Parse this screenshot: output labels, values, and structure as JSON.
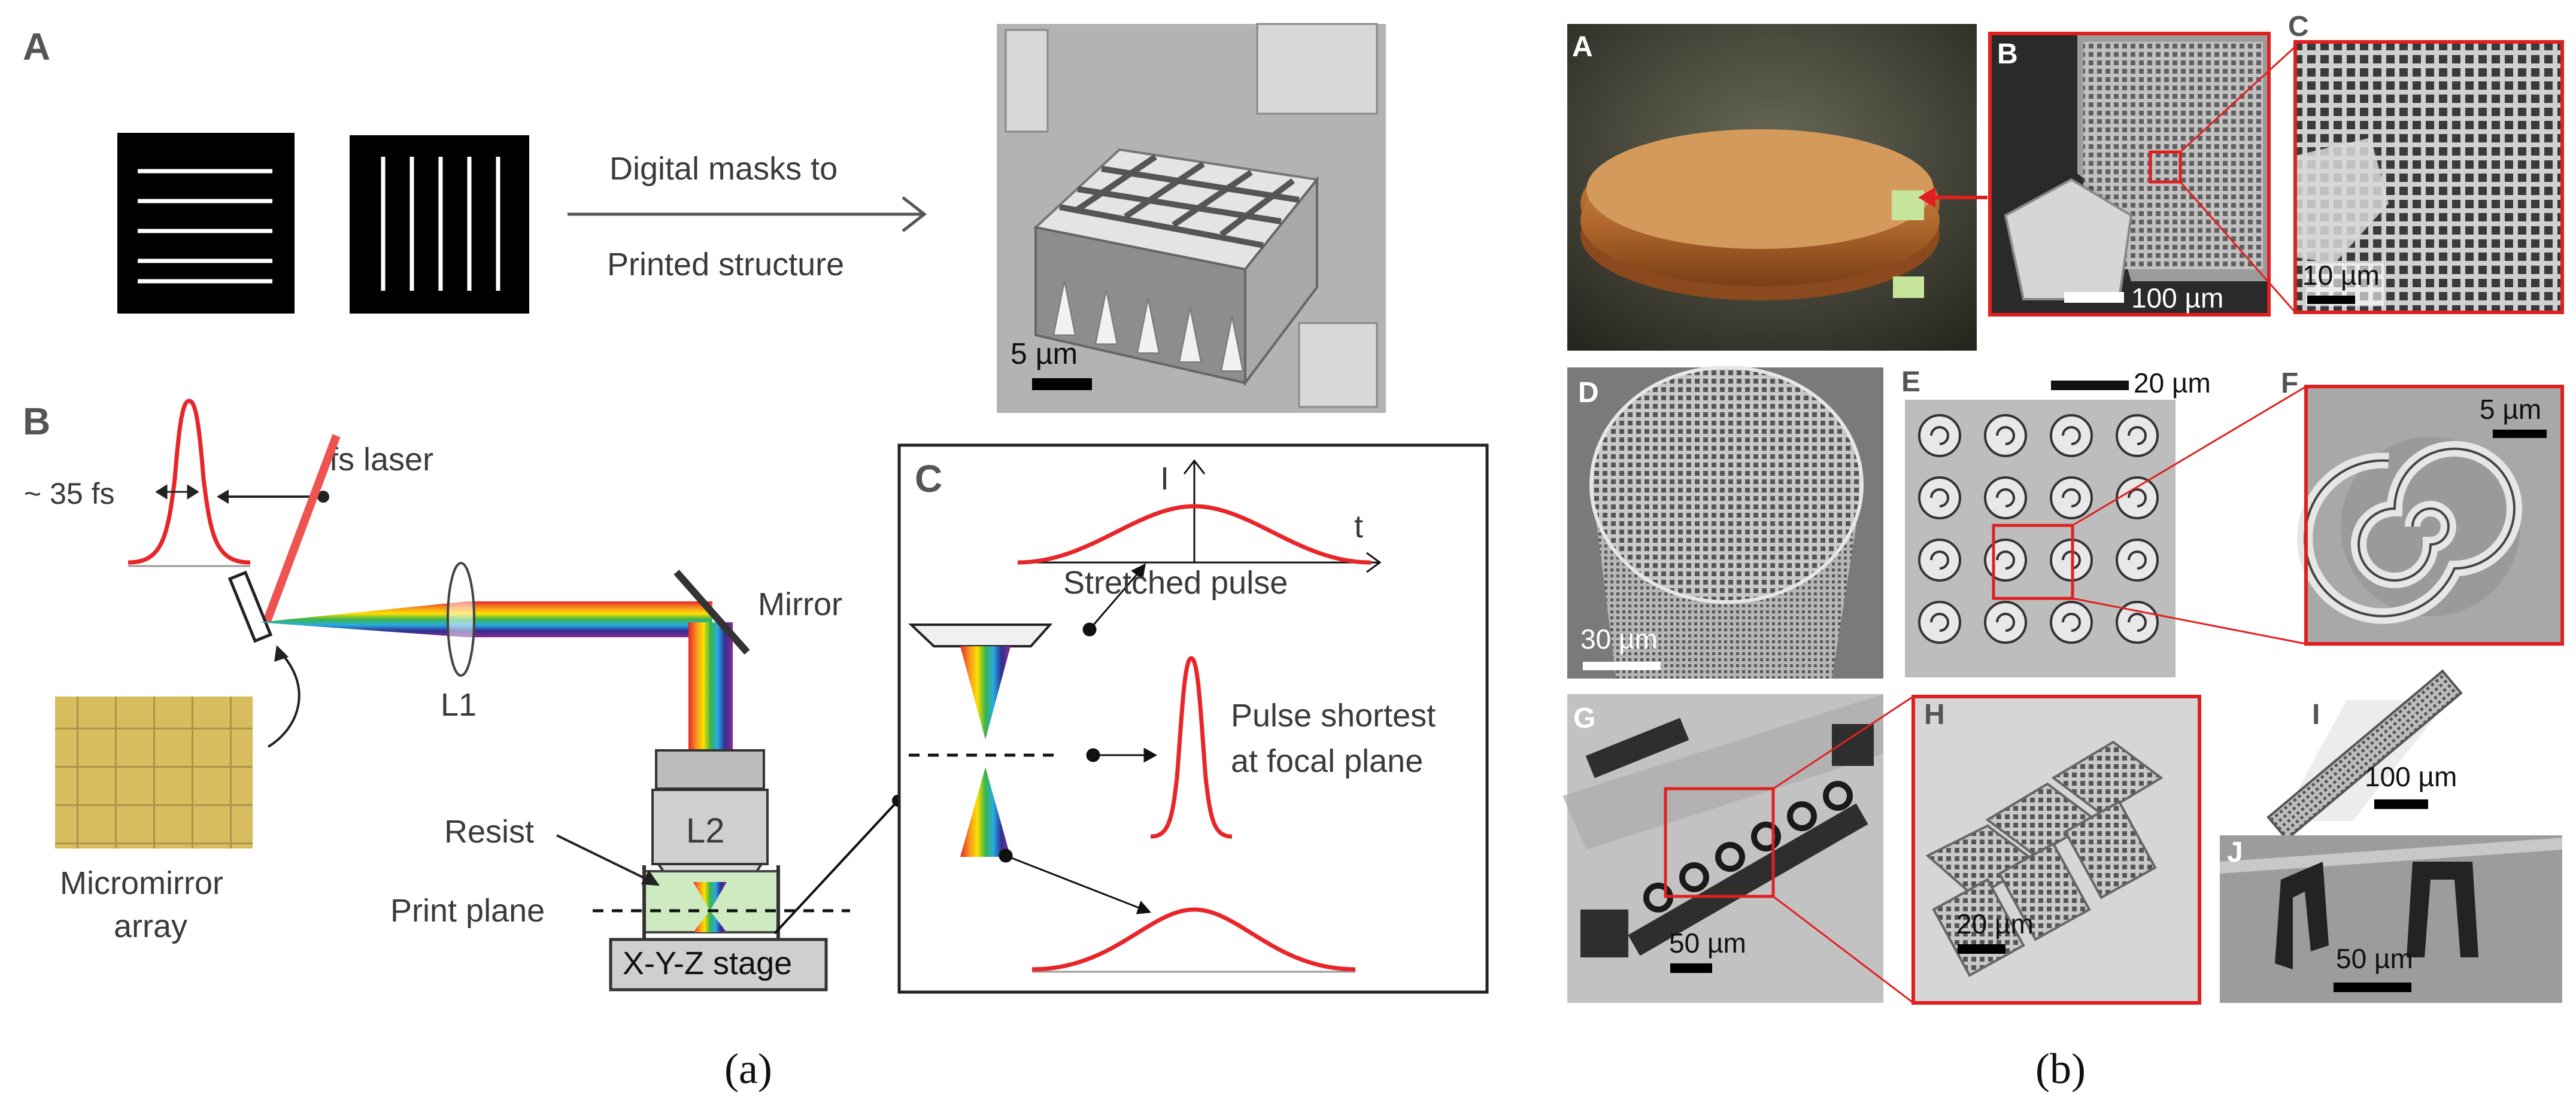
{
  "panel_a": {
    "label_A": "A",
    "label_B": "B",
    "label_C": "C",
    "mask_text_1": "Digital masks to",
    "mask_text_2": "Printed structure",
    "scale_sem": "5 µm",
    "pulse_width": "~ 35 fs",
    "fs_laser": "fs laser",
    "mirror": "Mirror",
    "lens1": "L1",
    "lens2": "L2",
    "micromirror_1": "Micromirror",
    "micromirror_2": "array",
    "resist": "Resist",
    "print_plane": "Print plane",
    "stage": "X-Y-Z stage",
    "axis_I": "I",
    "axis_t": "t",
    "stretched_pulse": "Stretched pulse",
    "pulse_shortest_1": "Pulse shortest",
    "pulse_shortest_2": "at focal plane",
    "caption": "(a)"
  },
  "panel_b": {
    "label_A": "A",
    "label_B": "B",
    "label_C": "C",
    "label_D": "D",
    "label_E": "E",
    "label_F": "F",
    "label_G": "G",
    "label_H": "H",
    "label_I": "I",
    "label_J": "J",
    "scale_B": "100 µm",
    "scale_C": "10 µm",
    "scale_D": "30 µm",
    "scale_E": "20 µm",
    "scale_F": "5 µm",
    "scale_G": "50 µm",
    "scale_H": "20 µm",
    "scale_I": "100 µm",
    "scale_J": "50 µm",
    "caption": "(b)"
  },
  "colors": {
    "pulse": "#e8262a",
    "highlight": "#e02020",
    "rainbow": [
      "#e6262a",
      "#f7931e",
      "#ffe000",
      "#39b54a",
      "#29abe2",
      "#2e3192",
      "#92278f"
    ]
  }
}
